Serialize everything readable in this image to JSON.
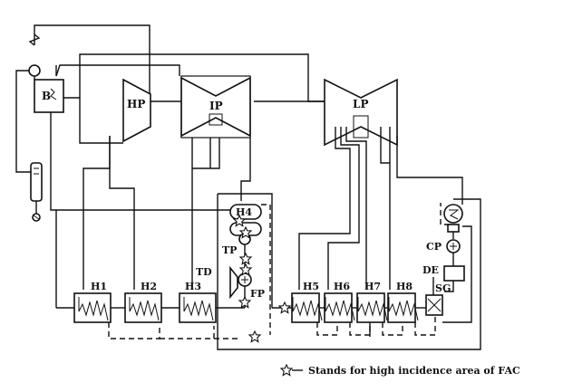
{
  "labels": {
    "boiler": "B",
    "hp": "HP",
    "ip": "IP",
    "lp": "LP",
    "h1": "H1",
    "h2": "H2",
    "h3": "H3",
    "h4": "H4",
    "h5": "H5",
    "h6": "H6",
    "h7": "H7",
    "h8": "H8",
    "td": "TD",
    "tp": "TP",
    "fp": "FP",
    "cp": "CP",
    "de": "DE",
    "sg": "SG"
  },
  "legend": {
    "text": "Stands for  high incidence area of FAC",
    "icon": "star-marker-icon"
  }
}
